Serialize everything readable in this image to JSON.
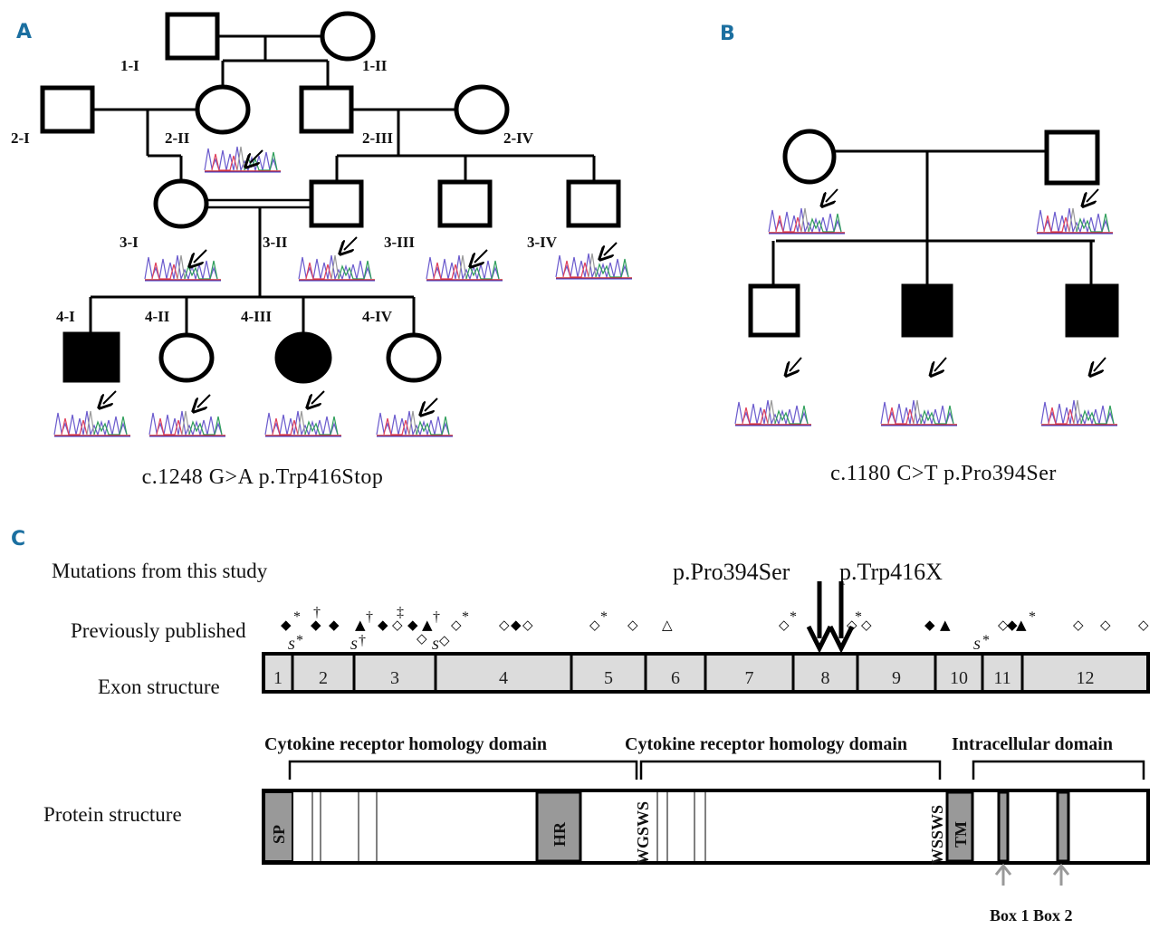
{
  "panels": {
    "a": {
      "letter": "A",
      "caption": "c.1248 G>A p.Trp416Stop",
      "individuals": [
        {
          "id": "1-I",
          "sex": "male",
          "affected": false,
          "chromatogram": false
        },
        {
          "id": "1-II",
          "sex": "female",
          "affected": false,
          "chromatogram": false
        },
        {
          "id": "2-I",
          "sex": "male",
          "affected": false,
          "chromatogram": false
        },
        {
          "id": "2-II",
          "sex": "female",
          "affected": false,
          "chromatogram": true
        },
        {
          "id": "2-III",
          "sex": "male",
          "affected": false,
          "chromatogram": false
        },
        {
          "id": "2-IV",
          "sex": "female",
          "affected": false,
          "chromatogram": false
        },
        {
          "id": "3-I",
          "sex": "female",
          "affected": false,
          "chromatogram": true
        },
        {
          "id": "3-II",
          "sex": "male",
          "affected": false,
          "chromatogram": true
        },
        {
          "id": "3-III",
          "sex": "male",
          "affected": false,
          "chromatogram": true
        },
        {
          "id": "3-IV",
          "sex": "male",
          "affected": false,
          "chromatogram": true
        },
        {
          "id": "4-I",
          "sex": "male",
          "affected": true,
          "chromatogram": true
        },
        {
          "id": "4-II",
          "sex": "female",
          "affected": false,
          "chromatogram": true
        },
        {
          "id": "4-III",
          "sex": "female",
          "affected": true,
          "chromatogram": true
        },
        {
          "id": "4-IV",
          "sex": "female",
          "affected": false,
          "chromatogram": true
        }
      ],
      "consanguineous_couple": [
        "3-I",
        "3-II"
      ]
    },
    "b": {
      "letter": "B",
      "caption": "c.1180 C>T p.Pro394Ser",
      "individuals": [
        {
          "id": "mother",
          "sex": "female",
          "affected": false,
          "chromatogram": true
        },
        {
          "id": "father",
          "sex": "male",
          "affected": false,
          "chromatogram": true
        },
        {
          "id": "child-1",
          "sex": "male",
          "affected": false,
          "chromatogram": true
        },
        {
          "id": "child-2",
          "sex": "male",
          "affected": true,
          "chromatogram": true
        },
        {
          "id": "child-3",
          "sex": "male",
          "affected": true,
          "chromatogram": true
        }
      ]
    },
    "c": {
      "letter": "C",
      "row_labels": {
        "this_study": "Mutations from this study",
        "previously_published": "Previously published",
        "exon_structure": "Exon structure",
        "protein_structure": "Protein structure"
      },
      "study_mutations": [
        {
          "label": "p.Pro394Ser",
          "exon": 8
        },
        {
          "label": "p.Trp416X",
          "exon": 8
        }
      ],
      "exons": [
        "1",
        "2",
        "3",
        "4",
        "5",
        "6",
        "7",
        "8",
        "9",
        "10",
        "11",
        "12"
      ],
      "domains": [
        {
          "label": "Cytokine receptor homology domain"
        },
        {
          "label": "Cytokine receptor  homology domain"
        },
        {
          "label": "Intracellular domain"
        }
      ],
      "protein_features": {
        "sp": "SP",
        "hr": "HR",
        "wgsws": "WGSWS",
        "wsxws": "WSSWS",
        "tm": "TM",
        "box_labels": "Box 1 Box 2"
      },
      "marker_symbols": {
        "filled_diamond": "◆",
        "open_diamond": "◇",
        "filled_triangle": "▲",
        "open_triangle": "△",
        "splice": "S",
        "asterisk": "*",
        "dagger": "†",
        "double_dagger": "‡"
      }
    }
  }
}
